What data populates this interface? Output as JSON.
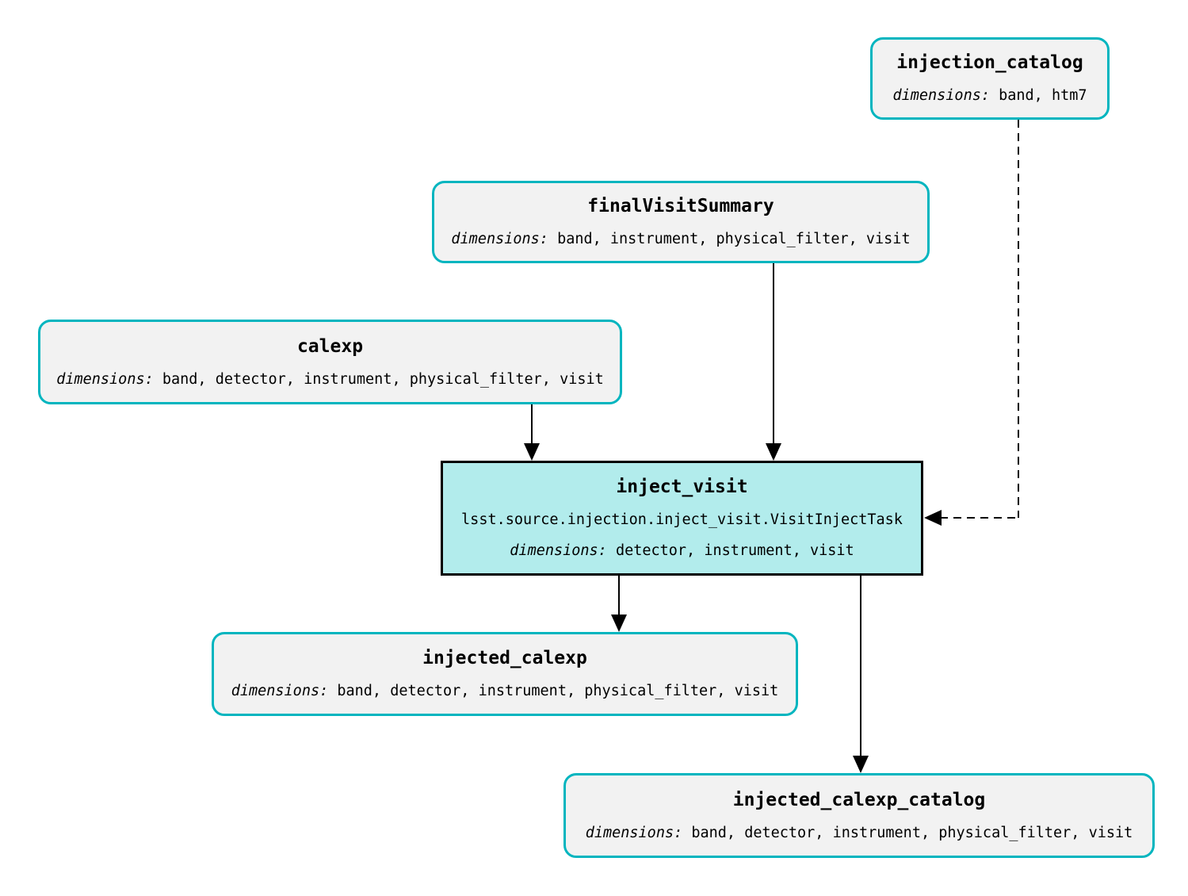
{
  "diagram": {
    "type": "pipeline-task-graph",
    "colors": {
      "background": "#ffffff",
      "dataset_fill": "#f2f2f2",
      "dataset_border": "#00b5bf",
      "task_fill": "#b2ecec",
      "task_border": "#000000",
      "edge_color": "#000000",
      "text_color": "#000000"
    },
    "nodes": {
      "injection_catalog": {
        "kind": "dataset",
        "title": "injection_catalog",
        "dims_label": "dimensions:",
        "dims": "band, htm7"
      },
      "finalVisitSummary": {
        "kind": "dataset",
        "title": "finalVisitSummary",
        "dims_label": "dimensions:",
        "dims": "band, instrument, physical_filter, visit"
      },
      "calexp": {
        "kind": "dataset",
        "title": "calexp",
        "dims_label": "dimensions:",
        "dims": "band, detector, instrument, physical_filter, visit"
      },
      "inject_visit": {
        "kind": "task",
        "title": "inject_visit",
        "task_class": "lsst.source.injection.inject_visit.VisitInjectTask",
        "dims_label": "dimensions:",
        "dims": "detector, instrument, visit"
      },
      "injected_calexp": {
        "kind": "dataset",
        "title": "injected_calexp",
        "dims_label": "dimensions:",
        "dims": "band, detector, instrument, physical_filter, visit"
      },
      "injected_calexp_catalog": {
        "kind": "dataset",
        "title": "injected_calexp_catalog",
        "dims_label": "dimensions:",
        "dims": "band, detector, instrument, physical_filter, visit"
      }
    },
    "edges": [
      {
        "from": "calexp",
        "to": "inject_visit",
        "style": "solid"
      },
      {
        "from": "finalVisitSummary",
        "to": "inject_visit",
        "style": "solid"
      },
      {
        "from": "injection_catalog",
        "to": "inject_visit",
        "style": "dashed"
      },
      {
        "from": "inject_visit",
        "to": "injected_calexp",
        "style": "solid"
      },
      {
        "from": "inject_visit",
        "to": "injected_calexp_catalog",
        "style": "solid"
      }
    ]
  }
}
